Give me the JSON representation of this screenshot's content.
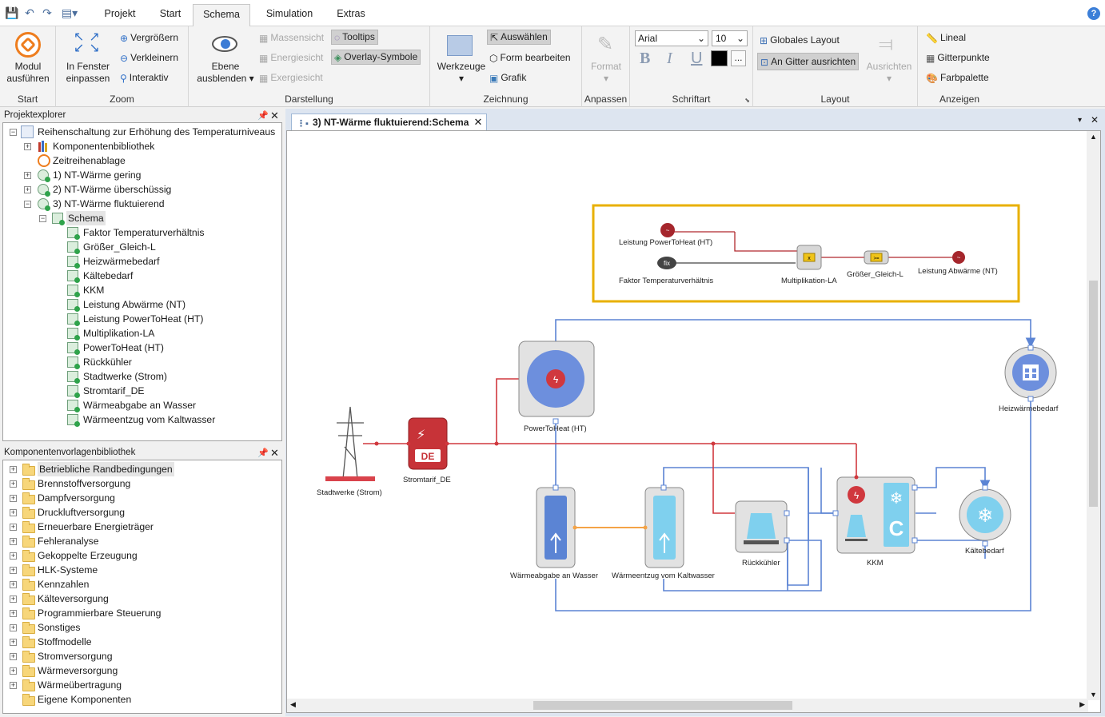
{
  "menu": {
    "tabs": [
      "Projekt",
      "Start",
      "Schema",
      "Simulation",
      "Extras"
    ],
    "active_tab": "Schema",
    "help": "?"
  },
  "ribbon": {
    "start": {
      "group": "Start",
      "run_label": "Modul\nausführen",
      "run_line1": "Modul",
      "run_line2": "ausführen"
    },
    "zoom": {
      "group": "Zoom",
      "fit_line1": "In Fenster",
      "fit_line2": "einpassen",
      "zoom_in": "Vergrößern",
      "zoom_out": "Verkleinern",
      "interactive": "Interaktiv"
    },
    "darstellung": {
      "group": "Darstellung",
      "layer_line1": "Ebene",
      "layer_line2": "ausblenden",
      "massensicht": "Massensicht",
      "energiesicht": "Energiesicht",
      "exergiesicht": "Exergiesicht",
      "tooltips": "Tooltips",
      "overlay": "Overlay-Symbole"
    },
    "zeichnung": {
      "group": "Zeichnung",
      "tools": "Werkzeuge",
      "select": "Auswählen",
      "edit_shape": "Form bearbeiten",
      "graphic": "Grafik"
    },
    "anpassen": {
      "group": "Anpassen",
      "format": "Format"
    },
    "schriftart": {
      "group": "Schriftart",
      "font": "Arial",
      "size": "10",
      "bold": "B",
      "italic": "I",
      "underline": "U",
      "more": "..."
    },
    "layout": {
      "group": "Layout",
      "global": "Globales Layout",
      "grid": "An Gitter ausrichten",
      "align": "Ausrichten"
    },
    "anzeigen": {
      "group": "Anzeigen",
      "ruler": "Lineal",
      "gridpoints": "Gitterpunkte",
      "palette": "Farbpalette"
    }
  },
  "project_explorer": {
    "title": "Projektexplorer",
    "root": "Reihenschaltung zur Erhöhung des Temperaturniveaus",
    "items": [
      "Komponentenbibliothek",
      "Zeitreihenablage",
      "1) NT-Wärme gering",
      "2) NT-Wärme überschüssig",
      "3) NT-Wärme fluktuierend"
    ],
    "schema": "Schema",
    "schema_items": [
      "Faktor Temperaturverhältnis",
      "Größer_Gleich-L",
      "Heizwärmebedarf",
      "Kältebedarf",
      "KKM",
      "Leistung Abwärme (NT)",
      "Leistung PowerToHeat (HT)",
      "Multiplikation-LA",
      "PowerToHeat (HT)",
      "Rückkühler",
      "Stadtwerke (Strom)",
      "Stromtarif_DE",
      "Wärmeabgabe an Wasser",
      "Wärmeentzug vom Kaltwasser"
    ]
  },
  "library": {
    "title": "Komponentenvorlagenbibliothek",
    "items": [
      "Betriebliche Randbedingungen",
      "Brennstoffversorgung",
      "Dampfversorgung",
      "Druckluftversorgung",
      "Erneuerbare Energieträger",
      "Fehleranalyse",
      "Gekoppelte Erzeugung",
      "HLK-Systeme",
      "Kennzahlen",
      "Kälteversorgung",
      "Programmierbare Steuerung",
      "Sonstiges",
      "Stoffmodelle",
      "Stromversorgung",
      "Wärmeversorgung",
      "Wärmeübertragung",
      "Eigene Komponenten"
    ]
  },
  "document": {
    "tab_title": "3) NT-Wärme fluktuierend:Schema"
  },
  "schema": {
    "overlay": {
      "leistung_ptoh": "Leistung PowerToHeat (HT)",
      "faktor": "Faktor Temperaturverhältnis",
      "fix": "fix",
      "multiplikation": "Multiplikation-LA",
      "groesser": "Größer_Gleich-L",
      "abwaerme": "Leistung Abwärme (NT)",
      "mult_symbol": "x",
      "ge_symbol": ">="
    },
    "components": {
      "stadtwerke": "Stadtwerke (Strom)",
      "stromtarif": "Stromtarif_DE",
      "stromtarif_badge": "DE",
      "powertoheat": "PowerToHeat (HT)",
      "heizwaerme": "Heizwärmebedarf",
      "waermeabgabe": "Wärmeabgabe an Wasser",
      "waermeentzug": "Wärmeentzug vom Kaltwasser",
      "rueckkuehler": "Rückkühler",
      "kkm": "KKM",
      "kkm_letter": "C",
      "kaeltebedarf": "Kältebedarf"
    },
    "colors": {
      "electric": "#d0383e",
      "fluid": "#5b84d4",
      "heat": "#f4a347",
      "overlay_border": "#e8b000"
    }
  }
}
